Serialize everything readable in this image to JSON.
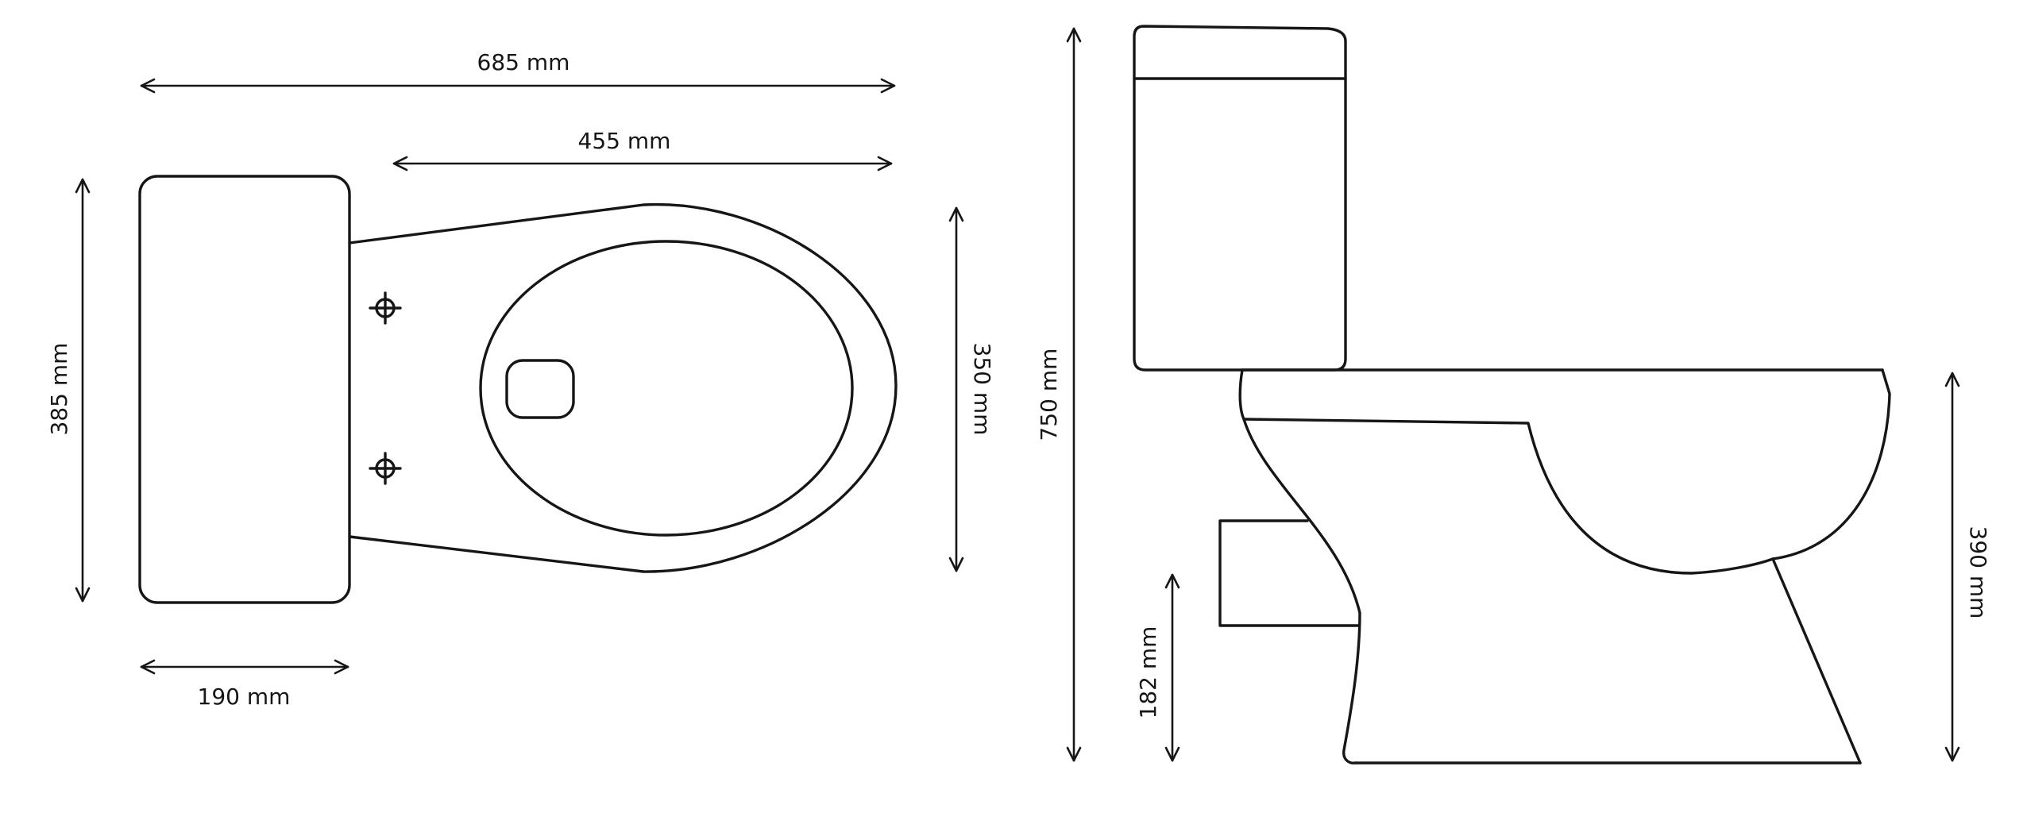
{
  "colors": {
    "stroke": "#161616",
    "background": "#ffffff"
  },
  "top_view": {
    "dimensions": {
      "overall_length": "685 mm",
      "bowl_length": "455 mm",
      "tank_depth_width": "385 mm",
      "bowl_width": "350 mm",
      "tank_depth": "190 mm"
    }
  },
  "side_view": {
    "dimensions": {
      "total_height": "750 mm",
      "outlet_height": "182 mm",
      "bowl_height": "390 mm"
    }
  }
}
